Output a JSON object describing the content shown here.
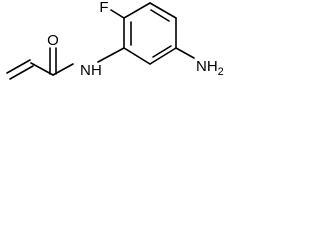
{
  "molecule": {
    "atoms": {
      "oxygen": "O",
      "fluorine": "F",
      "nitrogen": "N",
      "amide_h": "H",
      "amine": "NH",
      "amine_subscript": "2"
    },
    "colors": {
      "bond": "#000000",
      "label": "#000000",
      "background": "#ffffff"
    }
  }
}
